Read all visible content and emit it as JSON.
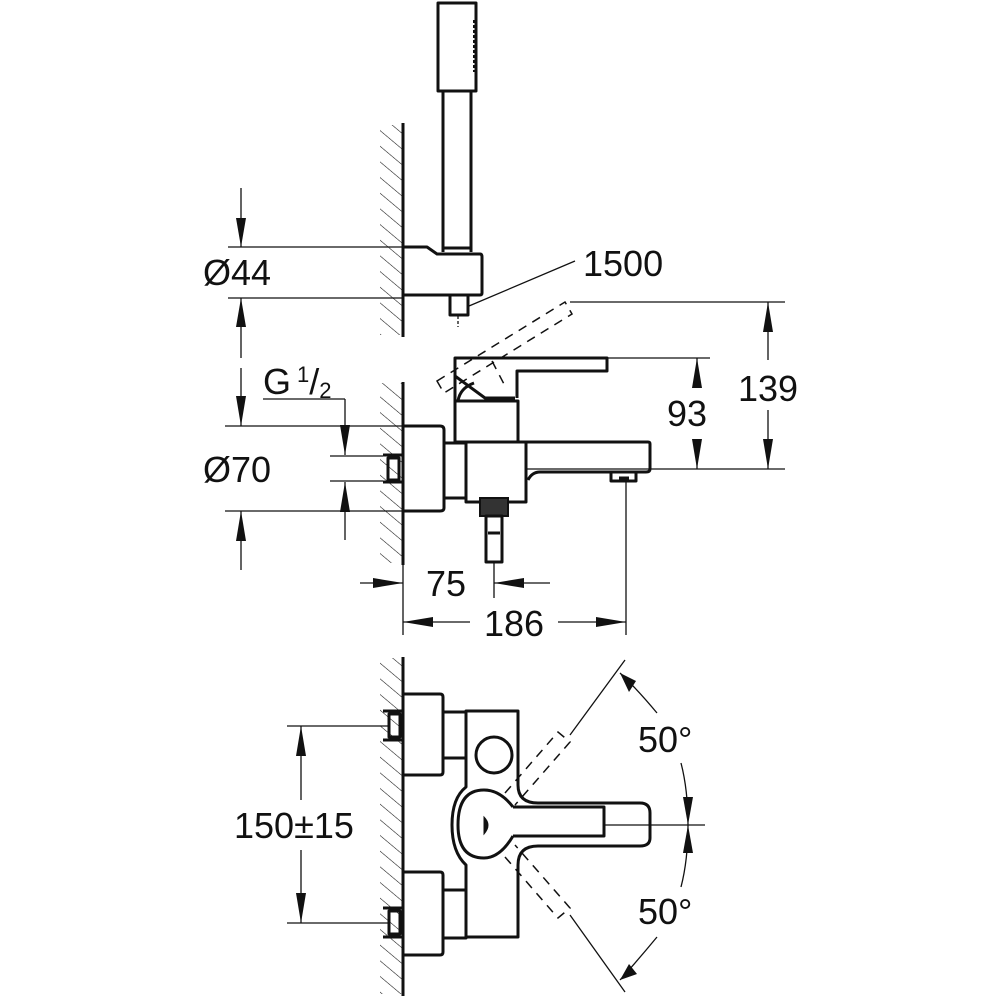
{
  "drawing": {
    "title": "Bath/shower mixer dimensional drawing",
    "colors": {
      "line": "#111111",
      "background": "#ffffff"
    },
    "side_view": {
      "hose_length": "1500",
      "holder_diameter": "Ø44",
      "thread": {
        "main": "G",
        "numerator": "1",
        "denominator": "2"
      },
      "escutcheon_diameter": "Ø70",
      "lever_height": "93",
      "total_height": "139",
      "diverter_offset": "75",
      "projection": "186"
    },
    "top_view": {
      "centres": "150±15",
      "lever_angle_up": "50°",
      "lever_angle_down": "50°"
    }
  }
}
